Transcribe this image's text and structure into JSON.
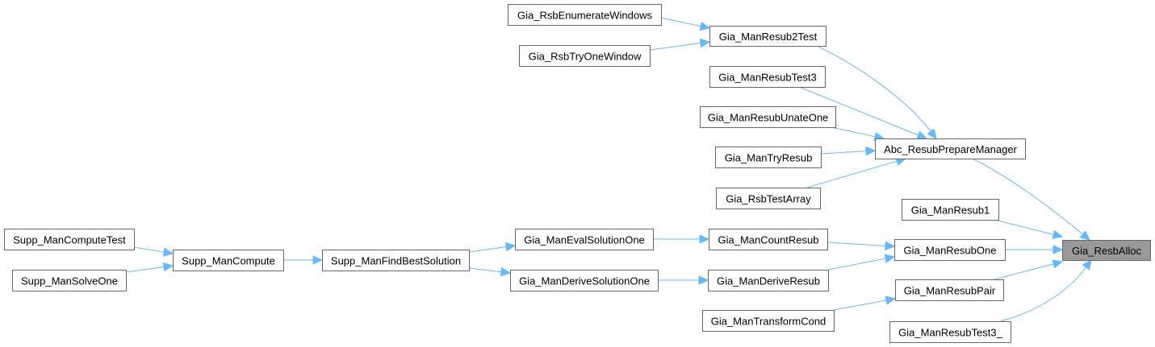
{
  "graph": {
    "type": "caller-graph",
    "colors": {
      "edge": "#63b8ff",
      "node_border": "#666666",
      "node_fill": "#ffffff",
      "current_node_fill": "#999999"
    },
    "nodes": [
      {
        "id": "Gia_ResbAlloc",
        "label": "Gia_ResbAlloc",
        "current": true
      },
      {
        "id": "Abc_ResubPrepareManager",
        "label": "Abc_ResubPrepareManager"
      },
      {
        "id": "Gia_ManResub1",
        "label": "Gia_ManResub1"
      },
      {
        "id": "Gia_ManResubOne",
        "label": "Gia_ManResubOne"
      },
      {
        "id": "Gia_ManResubPair",
        "label": "Gia_ManResubPair"
      },
      {
        "id": "Gia_ManResubTest3_",
        "label": "Gia_ManResubTest3_"
      },
      {
        "id": "Gia_ManResub2Test",
        "label": "Gia_ManResub2Test"
      },
      {
        "id": "Gia_ManResubTest3",
        "label": "Gia_ManResubTest3"
      },
      {
        "id": "Gia_ManResubUnateOne",
        "label": "Gia_ManResubUnateOne"
      },
      {
        "id": "Gia_ManTryResub",
        "label": "Gia_ManTryResub"
      },
      {
        "id": "Gia_RsbTestArray",
        "label": "Gia_RsbTestArray"
      },
      {
        "id": "Gia_RsbEnumerateWindows",
        "label": "Gia_RsbEnumerateWindows"
      },
      {
        "id": "Gia_RsbTryOneWindow",
        "label": "Gia_RsbTryOneWindow"
      },
      {
        "id": "Gia_ManCountResub",
        "label": "Gia_ManCountResub"
      },
      {
        "id": "Gia_ManDeriveResub",
        "label": "Gia_ManDeriveResub"
      },
      {
        "id": "Gia_ManTransformCond",
        "label": "Gia_ManTransformCond"
      },
      {
        "id": "Gia_ManEvalSolutionOne",
        "label": "Gia_ManEvalSolutionOne"
      },
      {
        "id": "Gia_ManDeriveSolutionOne",
        "label": "Gia_ManDeriveSolutionOne"
      },
      {
        "id": "Supp_ManFindBestSolution",
        "label": "Supp_ManFindBestSolution"
      },
      {
        "id": "Supp_ManCompute",
        "label": "Supp_ManCompute"
      },
      {
        "id": "Supp_ManComputeTest",
        "label": "Supp_ManComputeTest"
      },
      {
        "id": "Supp_ManSolveOne",
        "label": "Supp_ManSolveOne"
      }
    ],
    "edges": [
      {
        "from": "Gia_RsbEnumerateWindows",
        "to": "Gia_ManResub2Test"
      },
      {
        "from": "Gia_RsbTryOneWindow",
        "to": "Gia_ManResub2Test"
      },
      {
        "from": "Gia_ManResub2Test",
        "to": "Abc_ResubPrepareManager"
      },
      {
        "from": "Gia_ManResubTest3",
        "to": "Abc_ResubPrepareManager"
      },
      {
        "from": "Gia_ManResubUnateOne",
        "to": "Abc_ResubPrepareManager"
      },
      {
        "from": "Gia_ManTryResub",
        "to": "Abc_ResubPrepareManager"
      },
      {
        "from": "Gia_RsbTestArray",
        "to": "Abc_ResubPrepareManager"
      },
      {
        "from": "Abc_ResubPrepareManager",
        "to": "Gia_ResbAlloc"
      },
      {
        "from": "Gia_ManResub1",
        "to": "Gia_ResbAlloc"
      },
      {
        "from": "Gia_ManResubOne",
        "to": "Gia_ResbAlloc"
      },
      {
        "from": "Gia_ManResubPair",
        "to": "Gia_ResbAlloc"
      },
      {
        "from": "Gia_ManResubTest3_",
        "to": "Gia_ResbAlloc"
      },
      {
        "from": "Gia_ManCountResub",
        "to": "Gia_ManResubOne"
      },
      {
        "from": "Gia_ManDeriveResub",
        "to": "Gia_ManResubOne"
      },
      {
        "from": "Gia_ManTransformCond",
        "to": "Gia_ManResubPair"
      },
      {
        "from": "Gia_ManEvalSolutionOne",
        "to": "Gia_ManCountResub"
      },
      {
        "from": "Gia_ManDeriveSolutionOne",
        "to": "Gia_ManDeriveResub"
      },
      {
        "from": "Supp_ManFindBestSolution",
        "to": "Gia_ManEvalSolutionOne"
      },
      {
        "from": "Supp_ManFindBestSolution",
        "to": "Gia_ManDeriveSolutionOne"
      },
      {
        "from": "Supp_ManCompute",
        "to": "Supp_ManFindBestSolution"
      },
      {
        "from": "Supp_ManComputeTest",
        "to": "Supp_ManCompute"
      },
      {
        "from": "Supp_ManSolveOne",
        "to": "Supp_ManCompute"
      }
    ]
  }
}
